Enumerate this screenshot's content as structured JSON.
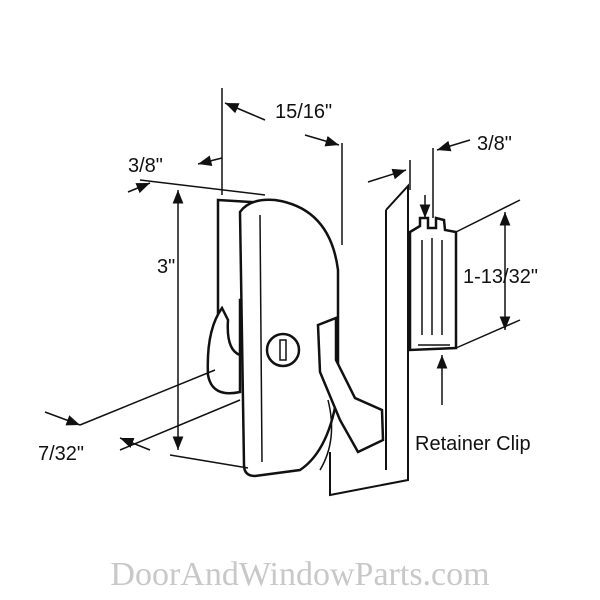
{
  "dimensions": {
    "top_width": "15/16\"",
    "left_depth": "3/8\"",
    "clip_depth": "3/8\"",
    "height": "3\"",
    "clip_height": "1-13/32\"",
    "bottom_offset": "7/32\""
  },
  "labels": {
    "retainer_clip": "Retainer Clip"
  },
  "watermark": "DoorAndWindowParts.com"
}
